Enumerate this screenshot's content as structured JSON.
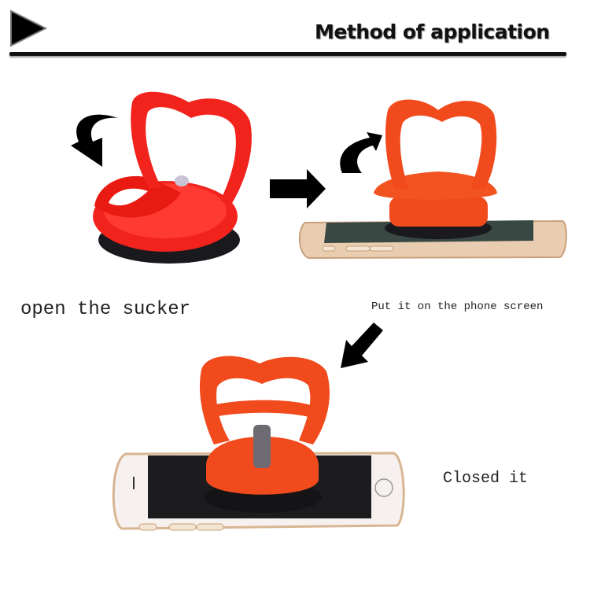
{
  "header": {
    "title": "Method of application",
    "marker_icon": "play-triangle-icon"
  },
  "steps": [
    {
      "caption": "open the sucker",
      "image": "open-suction-cup"
    },
    {
      "caption": "Put it on the phone screen",
      "image": "suction-cup-on-phone"
    },
    {
      "caption": "Closed it",
      "image": "closed-suction-cup-on-phone"
    }
  ],
  "colors": {
    "cup_red": "#f2231c",
    "cup_orange": "#f14a1c",
    "phone_gold": "#e7c9a9",
    "screen": "#1d1d1f",
    "arrow": "#000000"
  }
}
